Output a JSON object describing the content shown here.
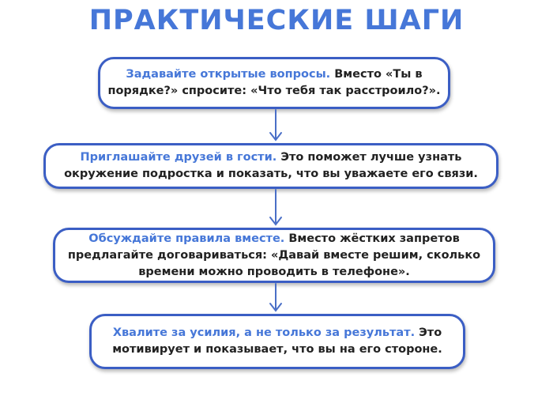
{
  "title": "ПРАКТИЧЕСКИЕ ШАГИ",
  "steps": [
    {
      "highlight": "Задавайте открытые вопросы.",
      "text": " Вместо «Ты в порядке?» спросите: «Что тебя так расстроило?»."
    },
    {
      "highlight": "Приглашайте друзей в гости.",
      "text": " Это поможет лучше узнать окружение подростка и показать, что вы уважаете его связи."
    },
    {
      "highlight": "Обсуждайте правила вместе.",
      "text": " Вместо жёстких запретов предлагайте договариваться: «Давай вместе решим, сколько времени можно проводить в телефоне»."
    },
    {
      "highlight": "Хвалите за усилия, а не только за результат.",
      "text": " Это мотивирует и показывает, что вы на его стороне."
    }
  ],
  "colors": {
    "accent": "#4677d8",
    "border": "#3b5ec4",
    "arrow": "#4a6fc7",
    "text": "#222222"
  }
}
